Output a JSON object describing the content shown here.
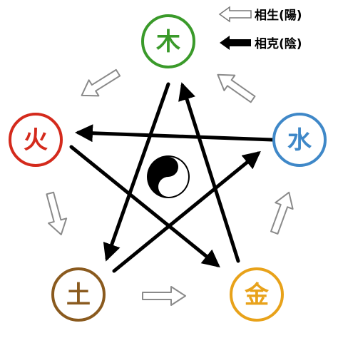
{
  "legend": {
    "generating": "相生(陽)",
    "overcoming": "相克(陰)"
  },
  "elements": {
    "wood": {
      "label": "木",
      "color": "#3a9a2a"
    },
    "fire": {
      "label": "火",
      "color": "#d42a1c"
    },
    "earth": {
      "label": "土",
      "color": "#8a5a1e"
    },
    "metal": {
      "label": "金",
      "color": "#e8a21a"
    },
    "water": {
      "label": "水",
      "color": "#3f88c8"
    }
  },
  "center_symbol": "yin-yang"
}
